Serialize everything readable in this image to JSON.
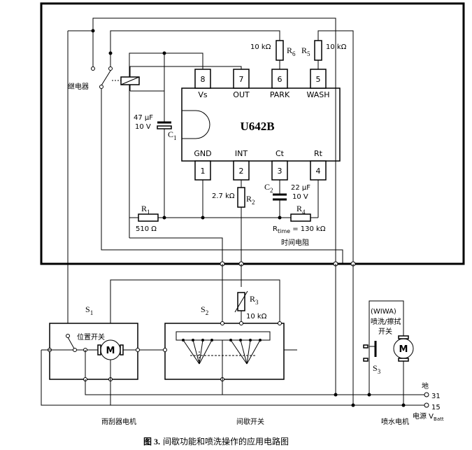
{
  "ic": {
    "name": "U642B",
    "pins_top": [
      {
        "num": "8",
        "label": "Vs"
      },
      {
        "num": "7",
        "label": "OUT"
      },
      {
        "num": "6",
        "label": "PARK"
      },
      {
        "num": "5",
        "label": "WASH"
      }
    ],
    "pins_bottom": [
      {
        "num": "1",
        "label": "GND"
      },
      {
        "num": "2",
        "label": "INT"
      },
      {
        "num": "3",
        "label": "Ct"
      },
      {
        "num": "4",
        "label": "Rt"
      }
    ]
  },
  "components": {
    "relay": "继电器",
    "r6_value": "10 kΩ",
    "r6_name": "R",
    "r6_sub": "6",
    "r5_value": "10 kΩ",
    "r5_name": "R",
    "r5_sub": "5",
    "c1_value_1": "47 µF",
    "c1_value_2": "10 V",
    "c1_name": "C",
    "c1_sub": "1",
    "r1_name": "R",
    "r1_sub": "1",
    "r1_value": "510 Ω",
    "r2_value": "2.7 kΩ",
    "r2_name": "R",
    "r2_sub": "2",
    "c2_name": "C",
    "c2_sub": "2",
    "c2_value_1": "22 µF",
    "c2_value_2": "10 V",
    "r4_name": "R",
    "r4_sub": "4",
    "rtime_main": "R",
    "rtime_sub": "time",
    "rtime_value": " = 130 kΩ",
    "rtime_caption": "时间电阻",
    "r3_name": "R",
    "r3_sub": "3",
    "r3_value": "10 kΩ",
    "s1_name": "S",
    "s1_sub": "1",
    "s1_switch": "位置开关",
    "s2_name": "S",
    "s2_sub": "2",
    "s3_name": "S",
    "s3_sub": "3",
    "wiwa": "(WIWA)",
    "washer_switch_1": "喷洗/擦拭",
    "washer_switch_2": "开关",
    "motor_symbol": "M"
  },
  "bottom_labels": {
    "wiper_motor": "雨刮器电机",
    "interval_switch": "间歇开关",
    "washer_motor": "喷水电机",
    "ground": "地",
    "ground_num": "31",
    "power": "电源 V",
    "power_sub": "Batt",
    "power_num": "15"
  },
  "caption": {
    "bold": "图 3.",
    "text": "间歇功能和喷洗操作的应用电路图"
  }
}
